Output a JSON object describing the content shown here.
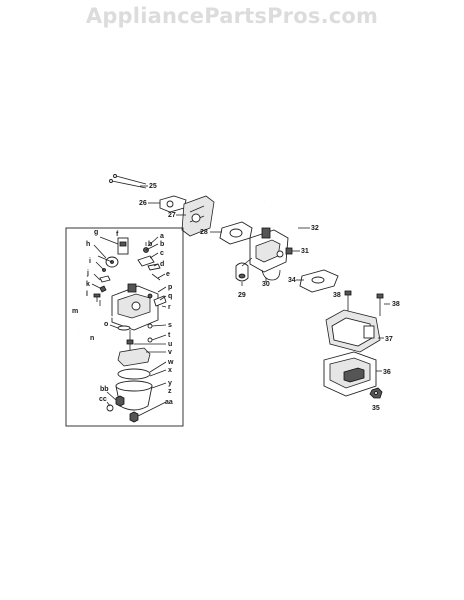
{
  "watermark": "AppliancePartsPros.com",
  "callouts": {
    "n25": "25",
    "n26": "26",
    "n27": "27",
    "n28": "28",
    "n29": "29",
    "n30": "30",
    "n31": "31",
    "n32": "32",
    "n34": "34",
    "n35": "35",
    "n36": "36",
    "n37": "37",
    "n38a": "38",
    "n38b": "38",
    "a": "a",
    "b1": "b",
    "b2": "b",
    "c": "c",
    "d": "d",
    "e": "e",
    "f": "f",
    "g": "g",
    "h": "h",
    "i": "i",
    "j": "j",
    "k": "k",
    "l": "l",
    "m": "m",
    "n": "n",
    "o": "o",
    "p": "p",
    "q": "q",
    "r": "r",
    "s": "s",
    "t": "t",
    "u": "u",
    "v": "v",
    "w": "w",
    "x": "x",
    "y": "y",
    "z": "z",
    "aa": "aa",
    "bb": "bb",
    "cc": "cc"
  }
}
